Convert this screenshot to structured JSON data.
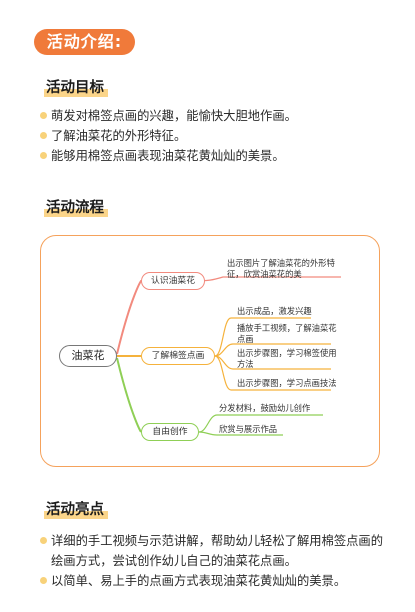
{
  "header": {
    "title": "活动介绍:"
  },
  "goals": {
    "title": "活动目标",
    "items": [
      "萌发对棉签点画的兴趣，能愉快大胆地作画。",
      "了解油菜花的外形特征。",
      "能够用棉签点画表现油菜花黄灿灿的美景。"
    ]
  },
  "process": {
    "title": "活动流程",
    "root": "油菜花",
    "branches": [
      {
        "label": "认识油菜花",
        "items": [
          "出示图片了解油菜花的外形特征，欣赏油菜花的美"
        ]
      },
      {
        "label": "了解棉签点画",
        "items": [
          "出示成品，激发兴趣",
          "播放手工视频，了解油菜花点画",
          "出示步骤图，学习棉签使用方法",
          "出示步骤图，学习点画技法"
        ]
      },
      {
        "label": "自由创作",
        "items": [
          "分发材料，鼓励幼儿创作",
          "欣赏与展示作品"
        ]
      }
    ],
    "colors": {
      "branch1": "#f28a7e",
      "branch2": "#f5b23c",
      "branch3": "#8fcf56",
      "frame": "#f5a25c"
    }
  },
  "highlights": {
    "title": "活动亮点",
    "items": [
      "详细的手工视频与示范讲解，帮助幼儿轻松了解用棉签点画的绘画方式，尝试创作幼儿自己的油菜花点画。",
      "以简单、易上手的点画方式表现油菜花黄灿灿的美景。"
    ]
  },
  "colors": {
    "accent": "#f07a3a",
    "highlight": "#fbd58a",
    "bullet": "#f8d27a"
  }
}
